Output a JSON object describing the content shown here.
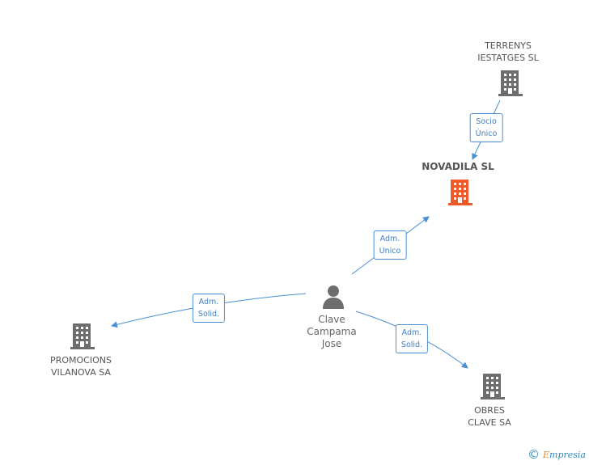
{
  "nodes": {
    "terrenys": {
      "label": "TERRENYS\nIESTATGES  SL",
      "icon": "building-icon",
      "color": "#6d6d6d"
    },
    "novadila": {
      "label": "NOVADILA SL",
      "icon": "building-icon",
      "color": "#f05a28"
    },
    "clave": {
      "label": "Clave\nCampama\nJose",
      "icon": "person-icon",
      "color": "#6d6d6d"
    },
    "promocions": {
      "label": "PROMOCIONS\nVILANOVA SA",
      "icon": "building-icon",
      "color": "#6d6d6d"
    },
    "obres": {
      "label": "OBRES\nCLAVE SA",
      "icon": "building-icon",
      "color": "#6d6d6d"
    }
  },
  "edges": {
    "socio": {
      "label": "Socio\nÚnico",
      "from": "TERRENYS IESTATGES SL",
      "to": "NOVADILA SL"
    },
    "adm_unico": {
      "label": "Adm.\nUnico",
      "from": "Clave Campama Jose",
      "to": "NOVADILA SL"
    },
    "adm_solid_left": {
      "label": "Adm.\nSolid.",
      "from": "Clave Campama Jose",
      "to": "PROMOCIONS VILANOVA SA"
    },
    "adm_solid_right": {
      "label": "Adm.\nSolid.",
      "from": "Clave Campama Jose",
      "to": "OBRES CLAVE SA"
    }
  },
  "colors": {
    "edge": "#4a8fd4",
    "focus": "#f05a28",
    "node": "#6d6d6d"
  },
  "footer": {
    "copyright": "©",
    "brand_e": "E",
    "brand_rest": "mpresia"
  }
}
